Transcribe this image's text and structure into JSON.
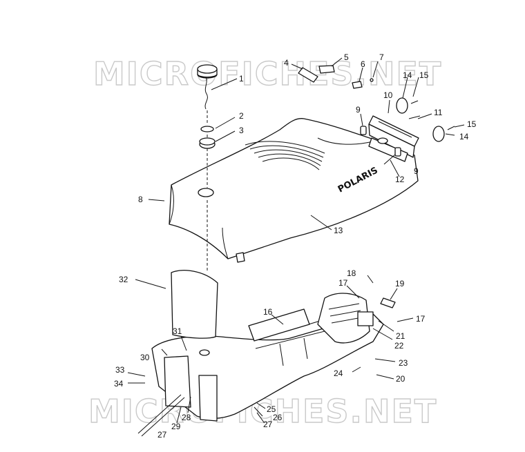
{
  "watermark": {
    "text": "MICROFICHES.NET"
  },
  "brand_label": "POLARIS",
  "callouts": {
    "c1": "1",
    "c2": "2",
    "c3": "3",
    "c4": "4",
    "c5": "5",
    "c6": "6",
    "c7": "7",
    "c8": "8",
    "c9a": "9",
    "c9b": "9",
    "c10": "10",
    "c11": "11",
    "c12": "12",
    "c13": "13",
    "c14a": "14",
    "c14b": "14",
    "c15a": "15",
    "c15b": "15",
    "c16": "16",
    "c17a": "17",
    "c17b": "17",
    "c18": "18",
    "c19": "19",
    "c20": "20",
    "c21": "21",
    "c22": "22",
    "c23": "23",
    "c24": "24",
    "c25": "25",
    "c26": "26",
    "c27a": "27",
    "c27b": "27",
    "c28": "28",
    "c29": "29",
    "c30": "30",
    "c31": "31",
    "c32": "32",
    "c33": "33",
    "c34": "34"
  }
}
